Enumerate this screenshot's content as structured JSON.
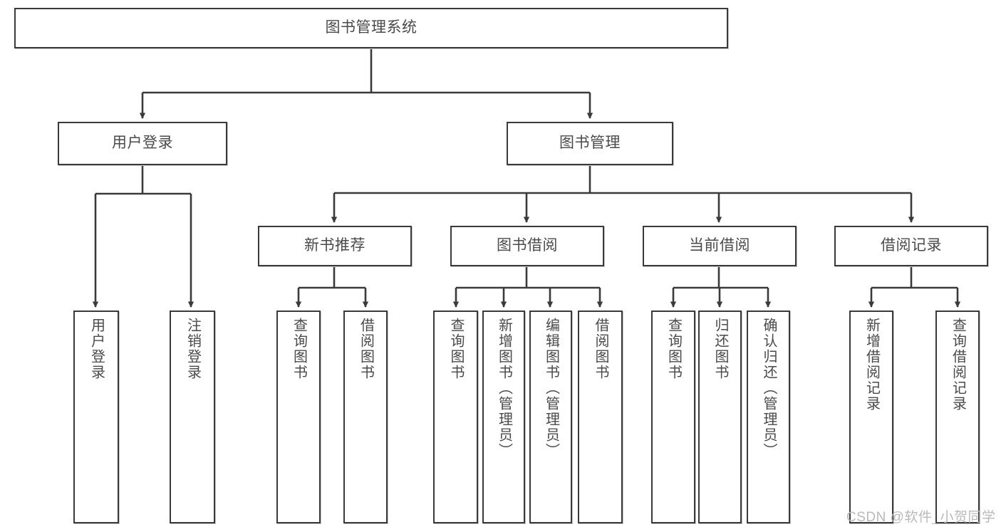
{
  "diagram": {
    "type": "tree",
    "title": "图书管理系统",
    "orientation": "top-down",
    "colors": {
      "box_border": "#3a3a3a",
      "box_fill": "#ffffff",
      "text": "#4a4a4a",
      "connector": "#3a3a3a",
      "watermark": "#b9b9b9",
      "background": "#ffffff"
    }
  },
  "root": {
    "label": "图书管理系统"
  },
  "level2": [
    {
      "label": "用户登录"
    },
    {
      "label": "图书管理"
    }
  ],
  "level3": [
    {
      "label": "新书推荐"
    },
    {
      "label": "图书借阅"
    },
    {
      "label": "当前借阅"
    },
    {
      "label": "借阅记录"
    }
  ],
  "leaves": {
    "user_login": [
      {
        "label": "用户登录"
      },
      {
        "label": "注销登录"
      }
    ],
    "new_book_recommend": [
      {
        "label": "查询图书"
      },
      {
        "label": "借阅图书"
      }
    ],
    "book_borrow": [
      {
        "label": "查询图书"
      },
      {
        "label": "新增图书（管理员）"
      },
      {
        "label": "编辑图书（管理员）"
      },
      {
        "label": "借阅图书"
      }
    ],
    "current_borrow": [
      {
        "label": "查询图书"
      },
      {
        "label": "归还图书"
      },
      {
        "label": "确认归还（管理员）"
      }
    ],
    "borrow_records": [
      {
        "label": "新增借阅记录"
      },
      {
        "label": "查询借阅记录"
      }
    ]
  },
  "watermark": {
    "text": "CSDN @软件_小贺同学"
  }
}
